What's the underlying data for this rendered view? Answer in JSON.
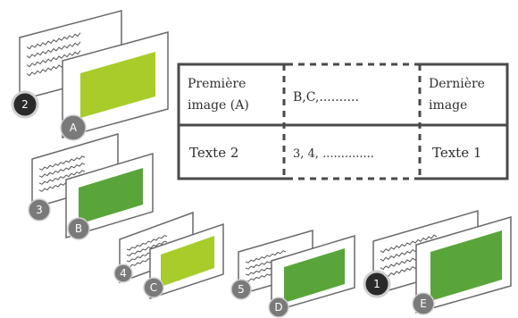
{
  "table": {
    "row1": {
      "first": [
        "Première",
        "image (A)"
      ],
      "middle": "B,C,..........",
      "last": [
        "Dernière",
        "image"
      ]
    },
    "row2": {
      "first": "Texte 2",
      "middle": "3, 4, ..............",
      "last": "Texte 1"
    }
  },
  "groups": [
    {
      "text_badge": "2",
      "image_badge": "A",
      "image_color": "#a8cc2a",
      "dark_text_badge": true
    },
    {
      "text_badge": "3",
      "image_badge": "B",
      "image_color": "#59a53a",
      "dark_text_badge": false
    },
    {
      "text_badge": "4",
      "image_badge": "C",
      "image_color": "#a8cc2a",
      "dark_text_badge": false
    },
    {
      "text_badge": "5",
      "image_badge": "D",
      "image_color": "#59a53a",
      "dark_text_badge": false
    },
    {
      "text_badge": "1",
      "image_badge": "E",
      "image_color": "#59a53a",
      "dark_text_badge": true
    }
  ],
  "colors": {
    "badge_dark": "#2a2a2a",
    "badge_grey": "#7a7a7a",
    "card_stroke": "#6a6a6a",
    "table_stroke": "#4a4a4a"
  }
}
